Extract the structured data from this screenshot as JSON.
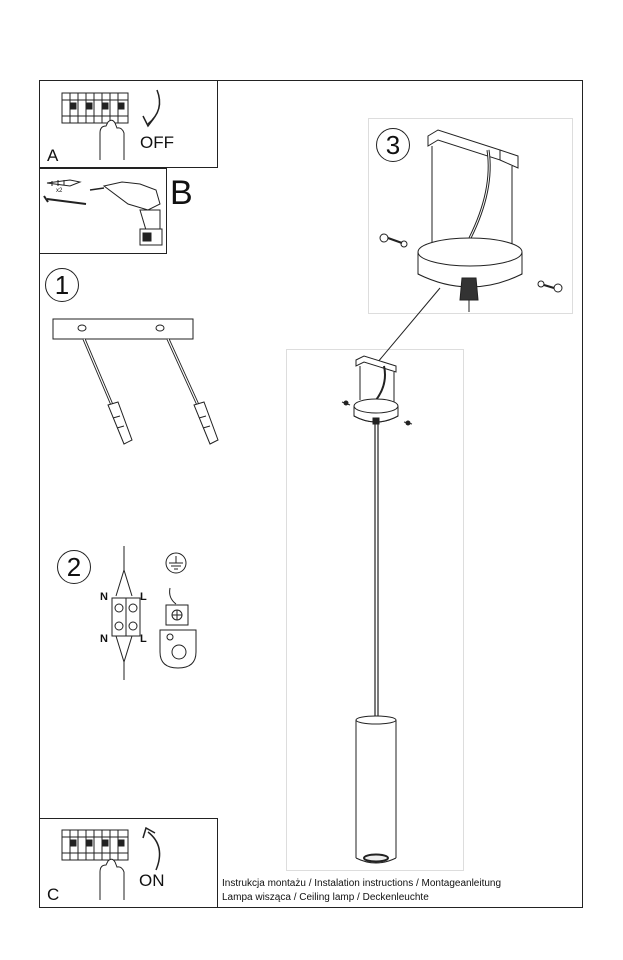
{
  "steps": {
    "a": {
      "letter": "A",
      "action": "OFF"
    },
    "b": {
      "letter": "B",
      "plugs_qty": "x2"
    },
    "c": {
      "letter": "C",
      "action": "ON"
    },
    "one": "1",
    "two": "2",
    "three": "3"
  },
  "wiring": {
    "n_top": "N",
    "l_top": "L",
    "n_bottom": "N",
    "l_bottom": "L"
  },
  "caption": {
    "line1": "Instrukcja montażu / Instalation instructions / Montageanleitung",
    "line2": "Lampa wisząca / Ceiling lamp / Deckenleuchte"
  }
}
